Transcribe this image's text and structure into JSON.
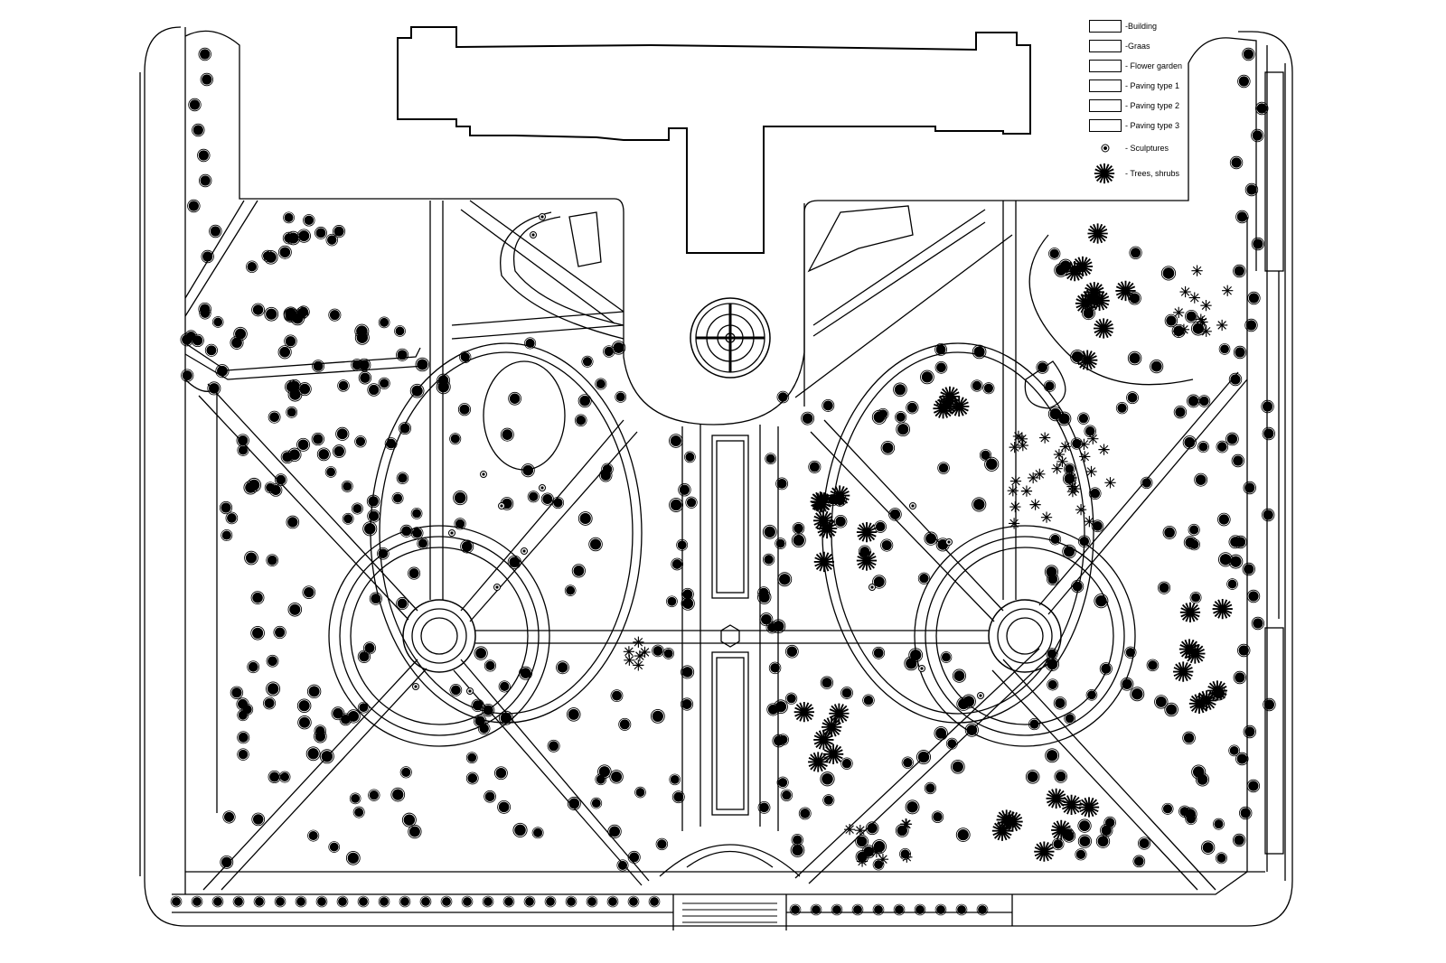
{
  "plan": {
    "colors": {
      "line": "#000000",
      "background": "#ffffff",
      "tree": "#000000"
    }
  },
  "legend": {
    "items": [
      {
        "key": "building",
        "label": "-Building",
        "icon": "building-swatch"
      },
      {
        "key": "grass",
        "label": "-Graas",
        "icon": "grass-swatch"
      },
      {
        "key": "flower",
        "label": "- Flower garden",
        "icon": "flower-swatch"
      },
      {
        "key": "pav1",
        "label": "- Paving type 1",
        "icon": "paving1-swatch"
      },
      {
        "key": "pav2",
        "label": "- Paving type 2",
        "icon": "paving2-swatch"
      },
      {
        "key": "pav3",
        "label": "- Paving type 3",
        "icon": "paving3-swatch"
      },
      {
        "key": "sculpture",
        "label": "- Sculptures",
        "icon": "sculpture-icon"
      },
      {
        "key": "trees",
        "label": "- Trees, shrubs",
        "icon": "tree-icon"
      }
    ]
  }
}
